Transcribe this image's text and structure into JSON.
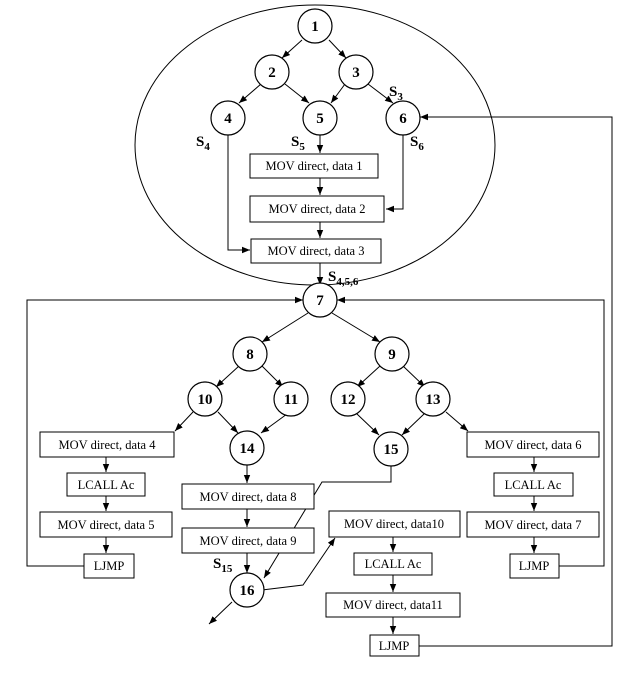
{
  "nodes": {
    "n1": "1",
    "n2": "2",
    "n3": "3",
    "n4": "4",
    "n5": "5",
    "n6": "6",
    "n7": "7",
    "n8": "8",
    "n9": "9",
    "n10": "10",
    "n11": "11",
    "n12": "12",
    "n13": "13",
    "n14": "14",
    "n15": "15",
    "n16": "16"
  },
  "boxes": {
    "b1": "MOV direct, data 1",
    "b2": "MOV direct, data 2",
    "b3": "MOV direct, data 3",
    "b4": "MOV direct, data 4",
    "b5": "LCALL Ac",
    "b6": "MOV direct, data 5",
    "b7": "LJMP",
    "b8": "MOV direct, data 8",
    "b9": "MOV direct, data 9",
    "b10": "MOV direct, data10",
    "b11": "LCALL Ac",
    "b12": "MOV direct, data11",
    "b13": "LJMP",
    "b14": "MOV direct, data 6",
    "b15": "LCALL Ac",
    "b16": "MOV direct, data 7",
    "b17": "LJMP"
  },
  "labels": {
    "s3": {
      "base": "S",
      "sub": "3"
    },
    "s4": {
      "base": "S",
      "sub": "4"
    },
    "s5": {
      "base": "S",
      "sub": "5"
    },
    "s6": {
      "base": "S",
      "sub": "6"
    },
    "s456": {
      "base": "S",
      "sub": "4,5,6"
    },
    "s15": {
      "base": "S",
      "sub": "15"
    }
  }
}
